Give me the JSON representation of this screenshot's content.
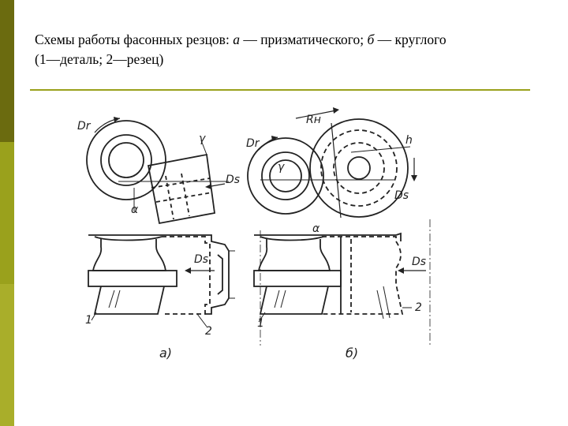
{
  "slide": {
    "title_part1": "Схемы работы фасонных резцов: ",
    "title_a": "а",
    "title_part2": " — призматического; ",
    "title_b": "б",
    "title_part3": " — круглого",
    "title_line2": "(1—деталь; 2—резец)",
    "accent_color": "#9aa11c",
    "sidebar_colors": [
      "#6b6b0f",
      "#9aa11c",
      "#a9ae2a"
    ]
  },
  "figure": {
    "label_a": "a)",
    "label_b": "б)",
    "label_Dr_a": "Dr",
    "label_Ds_a_top": "Ds",
    "label_gamma_a": "γ",
    "label_alpha_a": "α",
    "label_Ds_a_bottom": "Ds",
    "label_1_a": "1",
    "label_2_a": "2",
    "label_Dr_b": "Dr",
    "label_Rn": "Rн",
    "label_h": "h",
    "label_gamma_b": "γ",
    "label_alpha_b": "α",
    "label_Ds_b_top": "Ds",
    "label_Ds_b_bottom": "Ds",
    "label_1_b": "1",
    "label_2_b": "2"
  }
}
